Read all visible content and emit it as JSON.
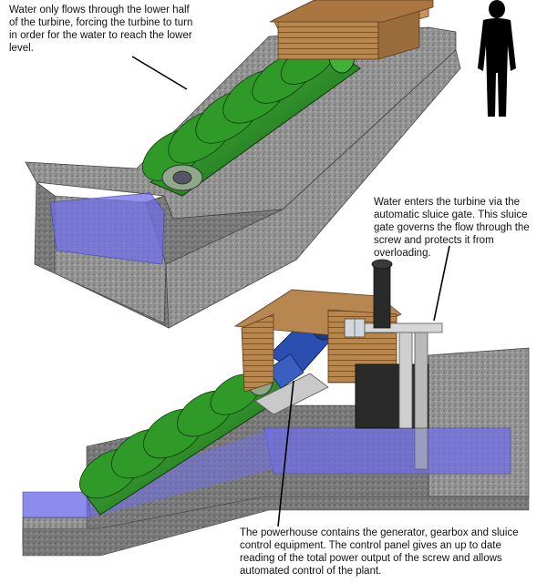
{
  "captions": {
    "lower_half": "Water only flows through the lower half of the turbine, forcing the turbine to turn in order for the water to reach the lower level.",
    "sluice_gate": "Water enters the turbine via the automatic sluice gate. This sluice gate governs the flow through the screw and protects it from overloading.",
    "powerhouse": "The powerhouse contains the generator, gearbox and sluice control equipment. The control panel gives an up to date reading of the total power output of the screw and allows automated control of the plant."
  },
  "colors": {
    "concrete": "#8f8f8f",
    "concrete_dark": "#6a6a6a",
    "screw_green": "#2f8f2a",
    "screw_dark": "#1c5a1a",
    "water": "#6f6fe8",
    "timber": "#b58552",
    "timber_dark": "#7a5430",
    "motor_blue": "#2a4fb0",
    "person": "#000000"
  }
}
